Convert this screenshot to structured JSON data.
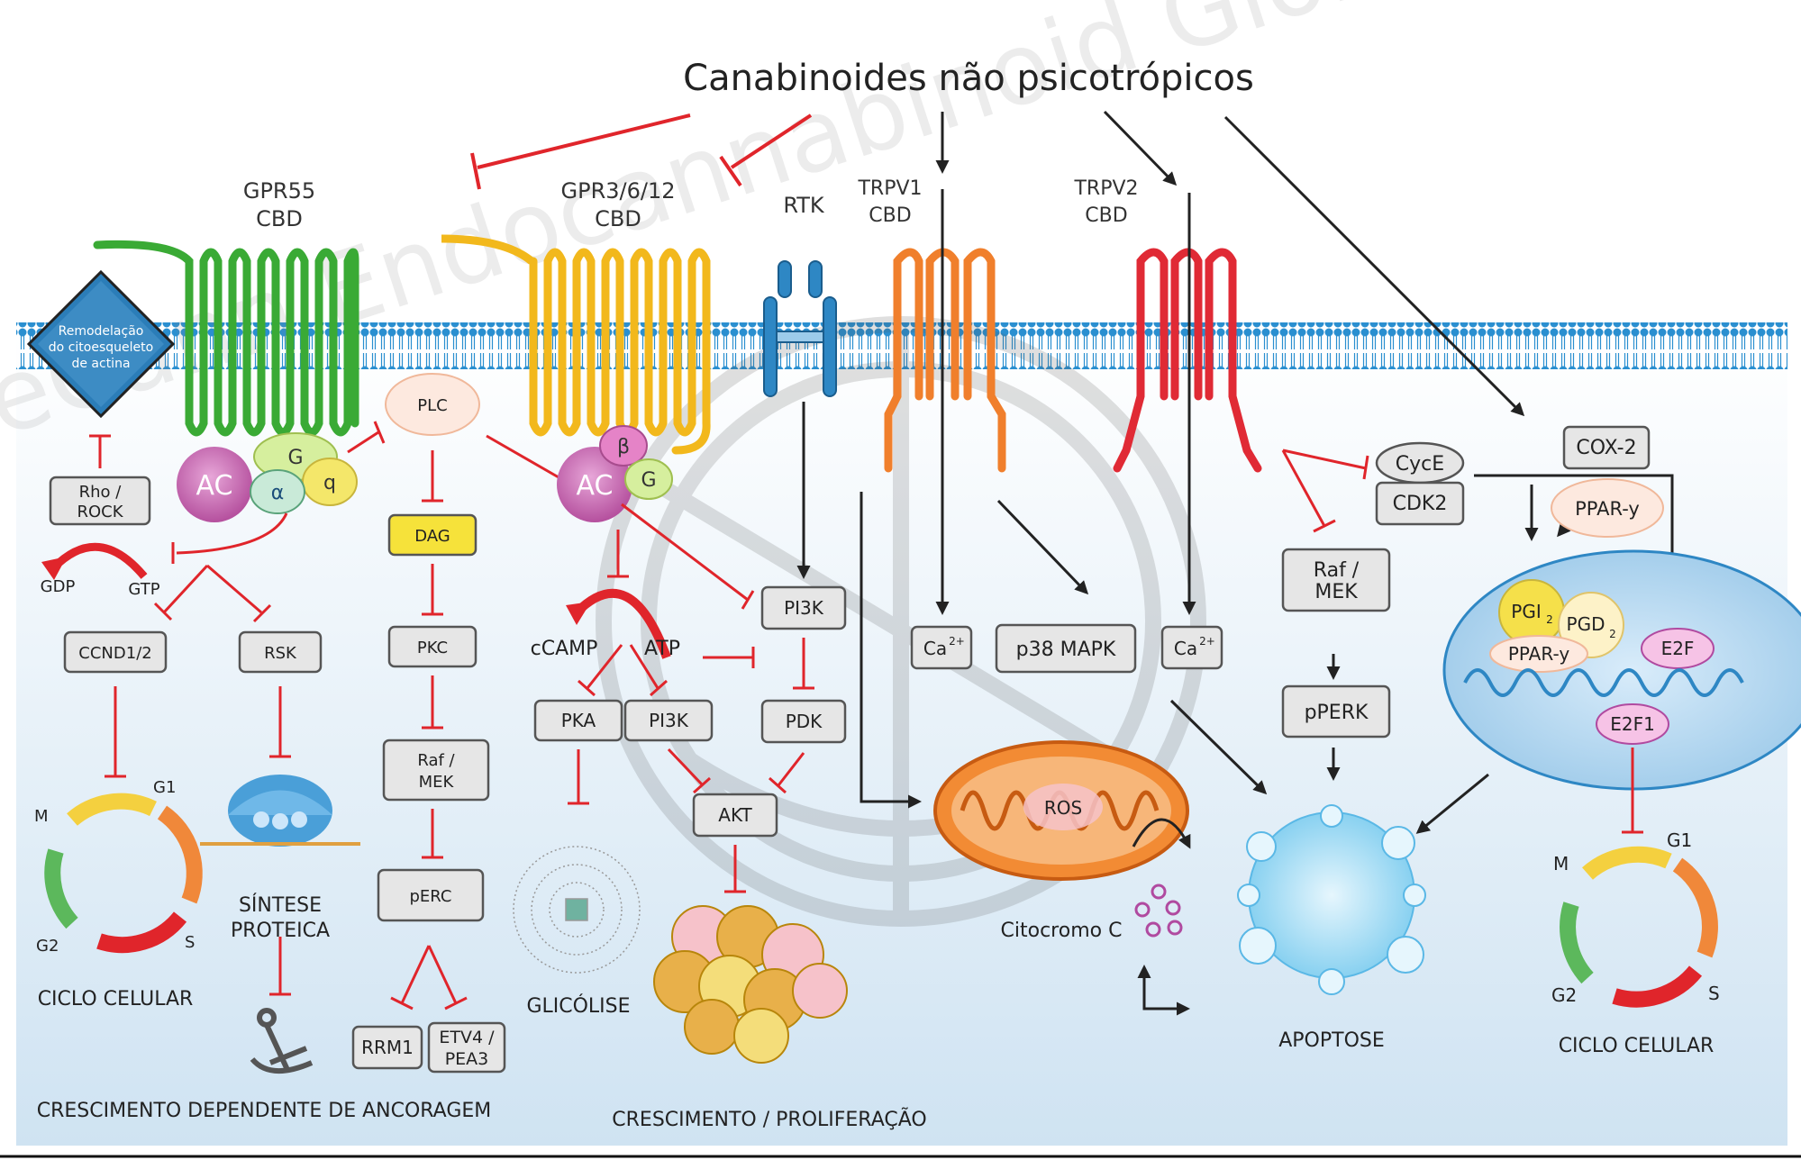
{
  "title": "Canabinoides não psicotrópicos",
  "watermark": "WeCann Endocannabinoid Global Academy",
  "receptors": {
    "gpr55": {
      "name": "GPR55",
      "ligand": "CBD"
    },
    "gpr3612": {
      "name": "GPR3/6/12",
      "ligand": "CBD"
    },
    "rtk": {
      "name": "RTK"
    },
    "trpv1": {
      "name": "TRPV1",
      "ligand": "CBD"
    },
    "trpv2": {
      "name": "TRPV2",
      "ligand": "CBD"
    }
  },
  "gprotein_left": {
    "ac": "AC",
    "g": "G",
    "q": "q",
    "alpha": "α"
  },
  "gprotein_mid": {
    "ac": "AC",
    "beta": "β",
    "g": "G"
  },
  "nodes": {
    "cytoskeleton": [
      "Remodelação",
      "do citoesqueleto",
      "de actina"
    ],
    "rho_rock": [
      "Rho /",
      "ROCK"
    ],
    "gdp": "GDP",
    "gtp": "GTP",
    "ccnd": "CCND1/2",
    "rsk": "RSK",
    "plc": "PLC",
    "dag": "DAG",
    "pkc": "PKC",
    "raf_mek_left": [
      "Raf /",
      "MEK"
    ],
    "perc": "pERC",
    "rrm1": "RRM1",
    "etv4": [
      "ETV4 /",
      "PEA3"
    ],
    "camp": "cCAMP",
    "atp": "ATP",
    "pka": "PKA",
    "pi3k_left": "PI3K",
    "pi3k": "PI3K",
    "pdk": "PDK",
    "akt": "AKT",
    "ca_left": "Ca",
    "ca_right": "Ca",
    "ca_sup": "2+",
    "p38": "p38 MAPK",
    "ros": "ROS",
    "citocromo": "Citocromo C",
    "cyce": "CycE",
    "cdk2": "CDK2",
    "raf_mek_right": [
      "Raf /",
      "MEK"
    ],
    "pperk": "pPERK",
    "cox2": "COX-2",
    "ppar_top": "PPAR-y",
    "pgi": "PGI",
    "pgi_sub": "2",
    "pgd": "PGD",
    "pgd_sub": "2",
    "ppar_bottom": "PPAR-y",
    "e2f": "E2F",
    "e2f1": "E2F1"
  },
  "cycle_labels": {
    "g1": "G1",
    "s": "S",
    "g2": "G2",
    "m": "M"
  },
  "outcomes": {
    "ciclo_left": "CICLO CELULAR",
    "sintese": [
      "SÍNTESE",
      "PROTEICA"
    ],
    "glicolise": "GLICÓLISE",
    "apoptose": "APOPTOSE",
    "ciclo_right": "CICLO CELULAR",
    "crescimento_ancoragem": "CRESCIMENTO DEPENDENTE DE ANCORAGEM",
    "crescimento_prolif": "CRESCIMENTO / PROLIFERAÇÃO"
  },
  "colors": {
    "membrane": "#2a8fd0",
    "gpr55": "#3aaa35",
    "gpr3612": "#f2b81c",
    "rtk": "#2e87c4",
    "trpv1": "#f07f2c",
    "trpv2": "#e02a35",
    "inhibit": "#e0252b",
    "ac": "#c05aa8",
    "box_fill": "#e6e6e6",
    "dag_fill": "#f6e23a"
  }
}
